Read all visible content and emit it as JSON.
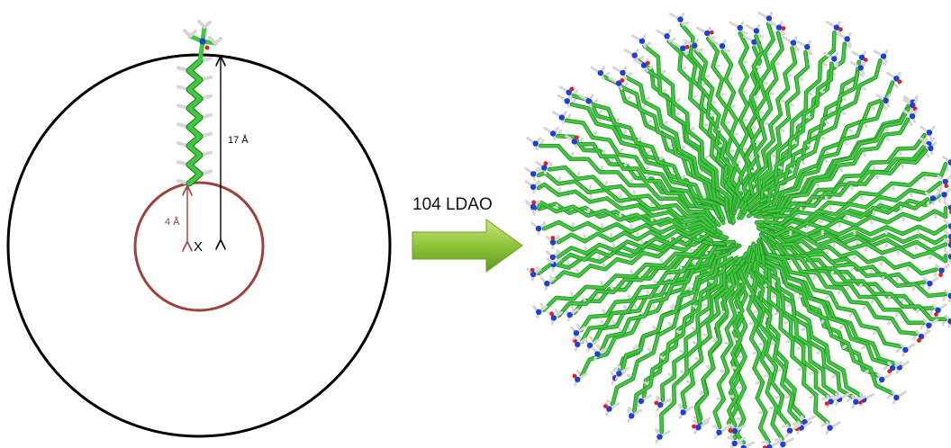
{
  "labels": {
    "outer_radius": "17 Å",
    "inner_radius": "4 Å",
    "center_mark": "X",
    "transition": "104 LDAO"
  },
  "colors": {
    "outer_circle": "#000000",
    "inner_circle": "#a0403a",
    "inner_radius_arrow": "#a0403a",
    "carbon": "#3ec93e",
    "hydrogen": "#d6d6d6",
    "nitrogen": "#1f3fd8",
    "oxygen": "#e02020",
    "arrow_fill": "#8fc43a",
    "arrow_dark": "#5e9a1f"
  }
}
